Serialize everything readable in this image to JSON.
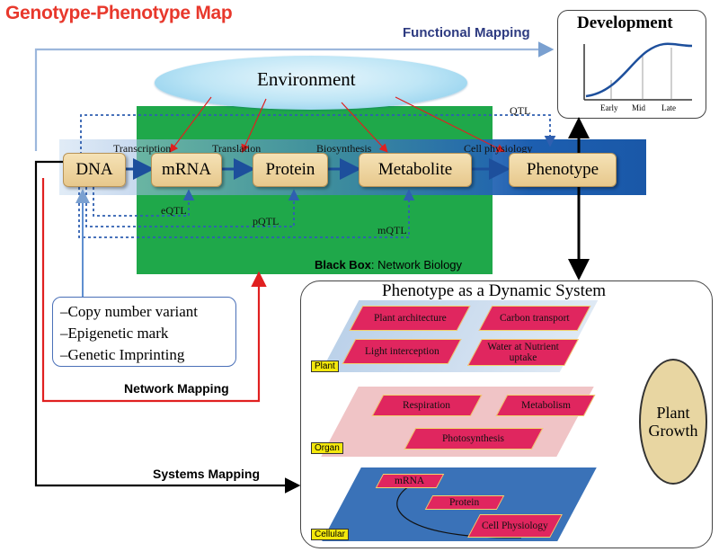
{
  "title": "Genotype-Phenotype Map",
  "functional_mapping": "Functional  Mapping",
  "development": {
    "title": "Development",
    "stages": [
      "Early",
      "Mid",
      "Late"
    ]
  },
  "environment": "Environment",
  "qtl_label": "QTL",
  "steps": [
    "Transcription",
    "Translation",
    "Biosynthesis",
    "Cell physiology"
  ],
  "nodes": [
    "DNA",
    "mRNA",
    "Protein",
    "Metabolite",
    "Phenotype"
  ],
  "qtls": [
    "eQTL",
    "pQTL",
    "mQTL"
  ],
  "black_box": {
    "bold": "Black Box",
    "rest": ": Network Biology"
  },
  "variants": [
    "Copy number variant",
    "Epigenetic mark",
    "Genetic Imprinting"
  ],
  "network_mapping": "Network Mapping",
  "systems_mapping": "Systems Mapping",
  "dynamic_system": {
    "title": "Phenotype as a Dynamic System",
    "plant_level": {
      "tag": "Plant",
      "items": [
        "Plant architecture",
        "Carbon transport",
        "Light interception",
        "Water at Nutrient uptake"
      ]
    },
    "organ_level": {
      "tag": "Organ",
      "items": [
        "Respiration",
        "Metabolism",
        "Photosynthesis"
      ]
    },
    "cellular_level": {
      "tag": "Cellular",
      "items": [
        "mRNA",
        "Protein",
        "Cell Physiology"
      ]
    }
  },
  "plant_growth": {
    "line1": "Plant",
    "line2": "Growth"
  },
  "colors": {
    "title_red": "#e8382c",
    "black_box_green": "#1fa84a",
    "flow_blue": "#1d5fb0",
    "module_pink": "#e0265f",
    "arrow_red": "#e02020",
    "navy": "#2d3a80"
  }
}
